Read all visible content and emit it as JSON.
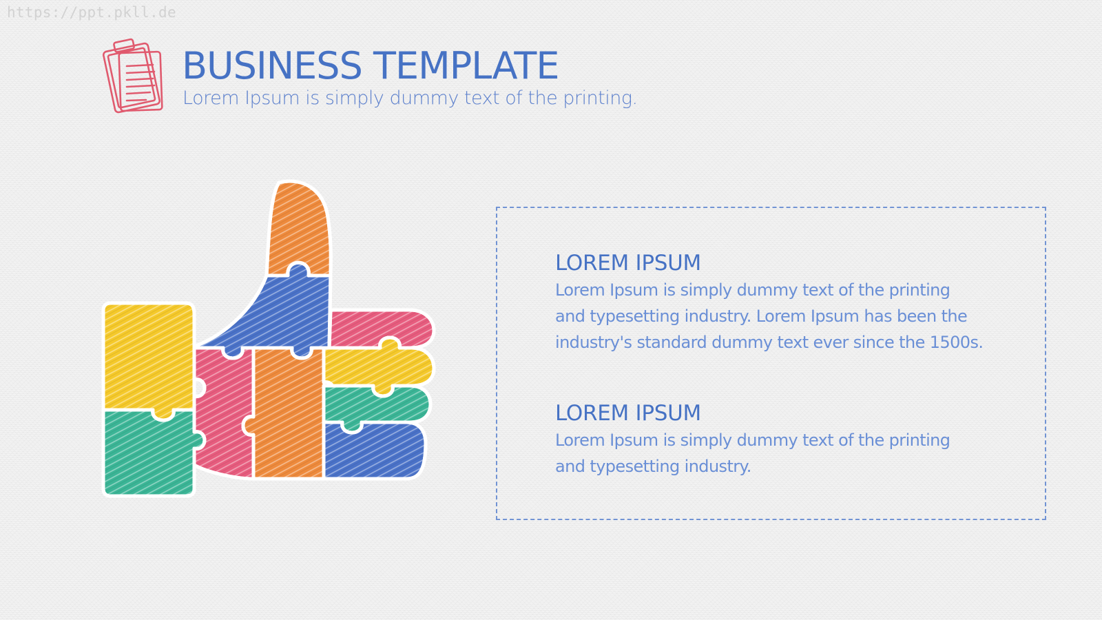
{
  "watermark": "https://ppt.pkll.de",
  "header": {
    "icon": "clipboard-icon",
    "title": "BUSINESS TEMPLATE",
    "subtitle": "Lorem Ipsum is simply dummy text of the printing."
  },
  "illustration": {
    "icon": "thumbs-up-puzzle-icon",
    "colors": {
      "orange": "#ee8a3c",
      "blue": "#4a72c8",
      "yellow": "#f5c92a",
      "pink": "#e75c7e",
      "green": "#3bb596"
    }
  },
  "info_box": {
    "sections": [
      {
        "heading": "LOREM IPSUM",
        "lines": [
          "Lorem Ipsum is simply dummy text of the printing",
          "and typesetting industry. Lorem Ipsum has been the",
          "industry's standard dummy text ever since the 1500s."
        ]
      },
      {
        "heading": "LOREM IPSUM",
        "lines": [
          "Lorem Ipsum is simply dummy text of the printing",
          "and typesetting industry."
        ]
      }
    ]
  },
  "colors": {
    "accent_blue": "#4672c4",
    "text_blue": "#6a8fd6",
    "icon_red": "#e05a6e",
    "background": "#efefef"
  }
}
